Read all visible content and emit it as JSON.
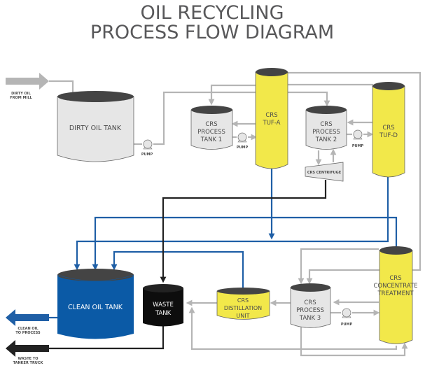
{
  "title": {
    "line1": "OIL RECYCLING",
    "line2": "PROCESS FLOW DIAGRAM"
  },
  "colors": {
    "yellow": "#f2e84a",
    "grey_tank": "#e6e6e6",
    "blue_tank": "#0b5aa6",
    "black_tank": "#0d0d0d",
    "tank_top": "#444444",
    "pipe_grey": "#b5b5b5",
    "pipe_blue": "#1f5fa6",
    "pipe_black": "#222222",
    "title": "#58585a"
  },
  "inputs": {
    "dirty_oil": [
      "DIRTY OIL",
      "FROM MILL"
    ]
  },
  "outputs": {
    "clean_oil": [
      "CLEAN OIL",
      "TO PROCESS"
    ],
    "waste": [
      "WASTE TO",
      "TANKER TRUCK"
    ]
  },
  "nodes": {
    "dirty_oil_tank": "DIRTY OIL TANK",
    "pump_label": "PUMP",
    "process_tank_1": [
      "CRS",
      "PROCESS",
      "TANK 1"
    ],
    "tuf_a": [
      "CRS",
      "TUF-A"
    ],
    "process_tank_2": [
      "CRS",
      "PROCESS",
      "TANK 2"
    ],
    "tuf_d": [
      "CRS",
      "TUF-D"
    ],
    "centrifuge": "CRS CENTRIFUGE",
    "clean_oil_tank": "CLEAN OIL TANK",
    "waste_tank": [
      "WASTE",
      "TANK"
    ],
    "distillation_unit": [
      "CRS",
      "DISTILLATION",
      "UNIT"
    ],
    "process_tank_3": [
      "CRS",
      "PROCESS",
      "TANK 3"
    ],
    "concentrate_treatment": [
      "CRS",
      "CONCENTRATE",
      "TREATMENT"
    ]
  }
}
